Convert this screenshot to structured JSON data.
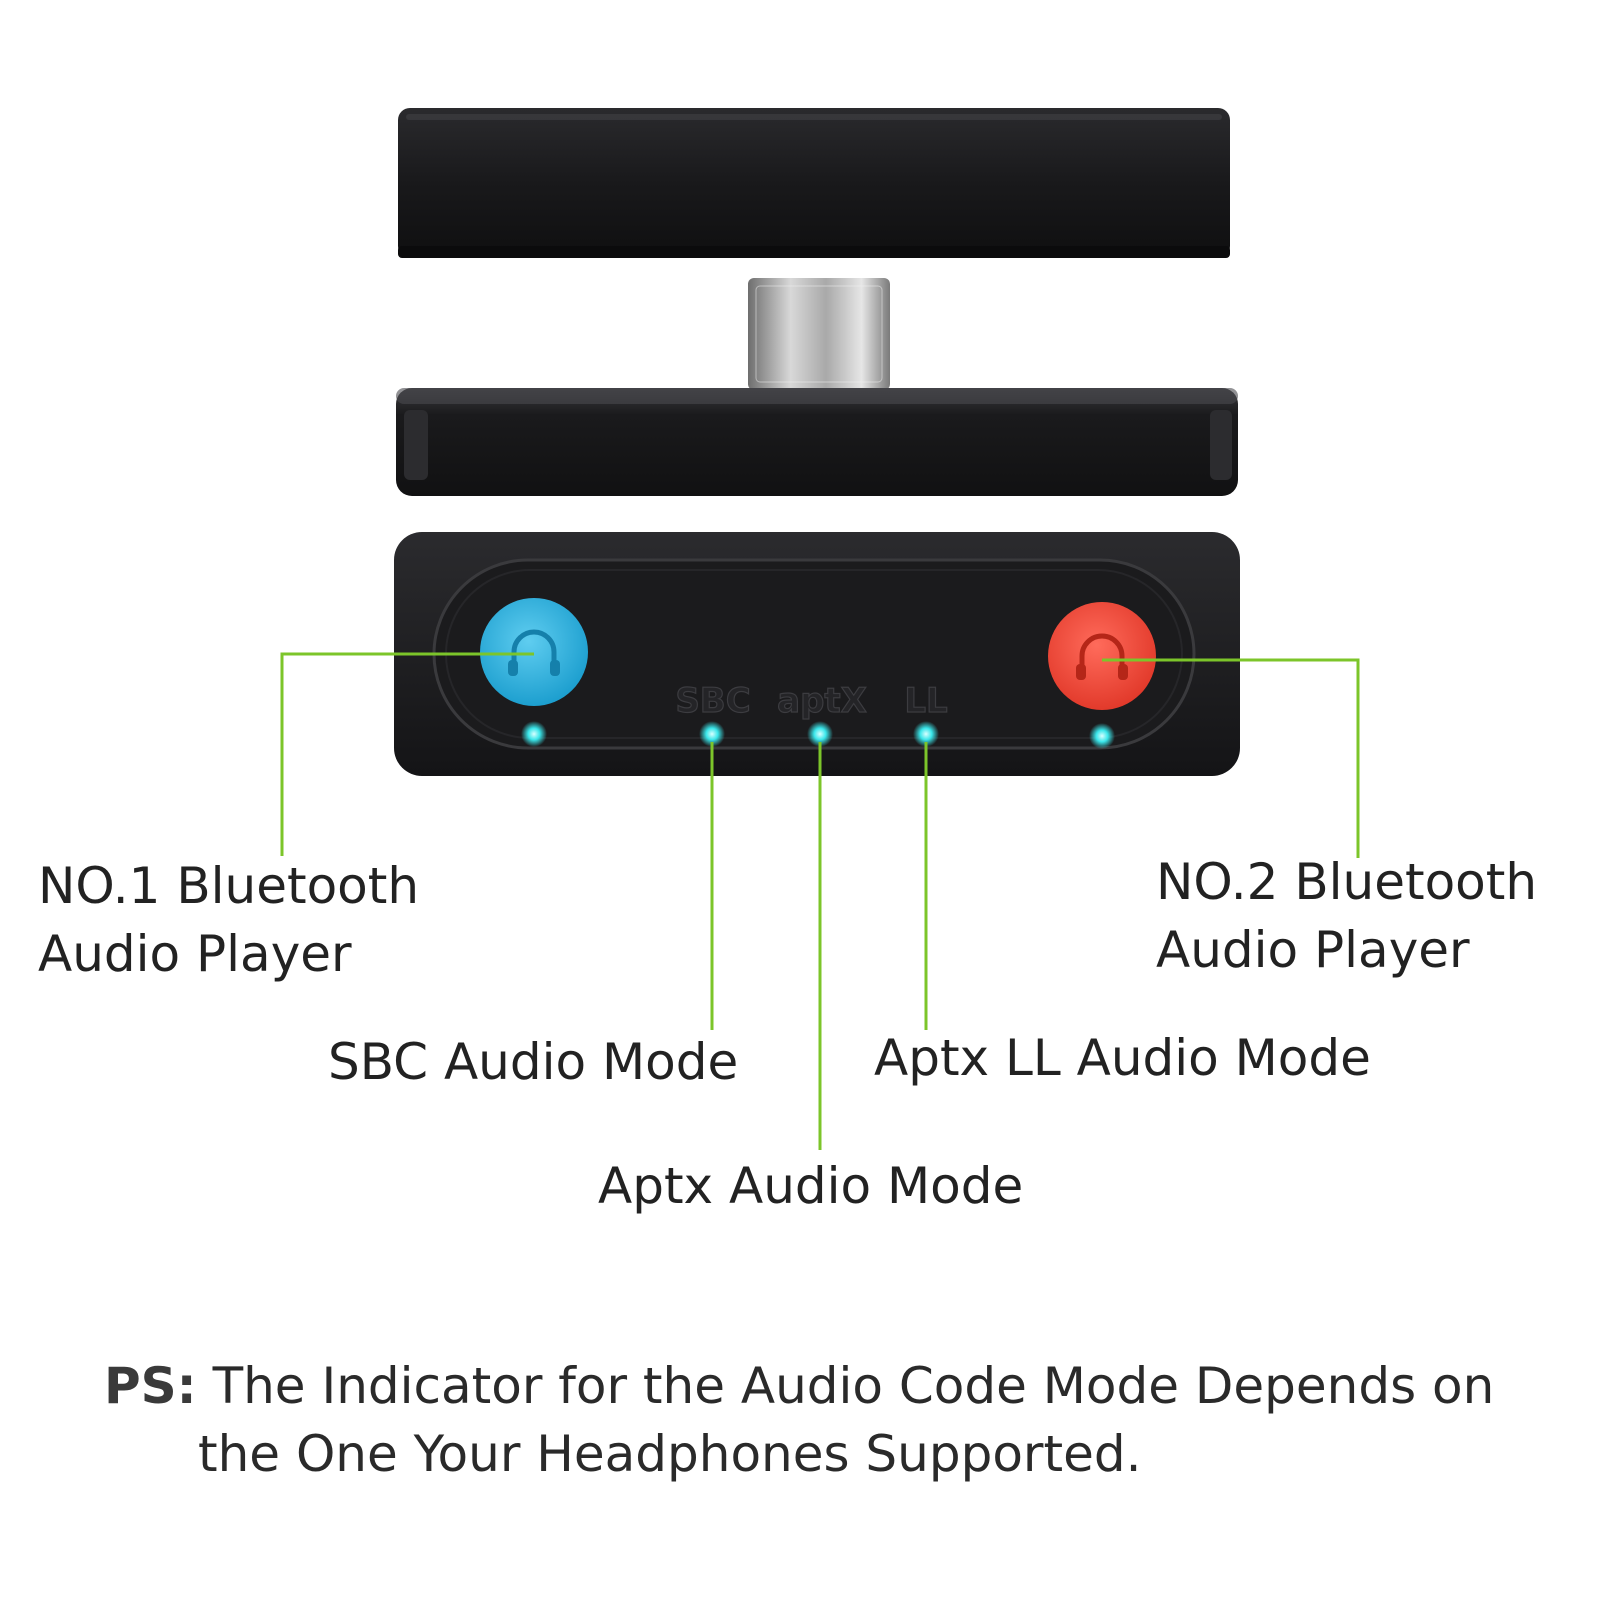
{
  "device": {
    "mode_labels": [
      "SBC",
      "aptX",
      "LL"
    ],
    "button_colors": {
      "left": "#2fb4df",
      "right": "#f24a3b"
    },
    "led_color": "#35e8e8",
    "leader_color": "#7cc52a"
  },
  "callouts": {
    "no1_line1": "NO.1 Bluetooth",
    "no1_line2": "Audio Player",
    "no2_line1": "NO.2 Bluetooth",
    "no2_line2": "Audio Player",
    "sbc": "SBC Audio Mode",
    "aptx": "Aptx Audio Mode",
    "aptx_ll": "Aptx LL Audio Mode"
  },
  "note": {
    "prefix": "PS:",
    "line1": "The Indicator for the Audio Code Mode Depends on",
    "line2": "the One Your Headphones Supported."
  }
}
